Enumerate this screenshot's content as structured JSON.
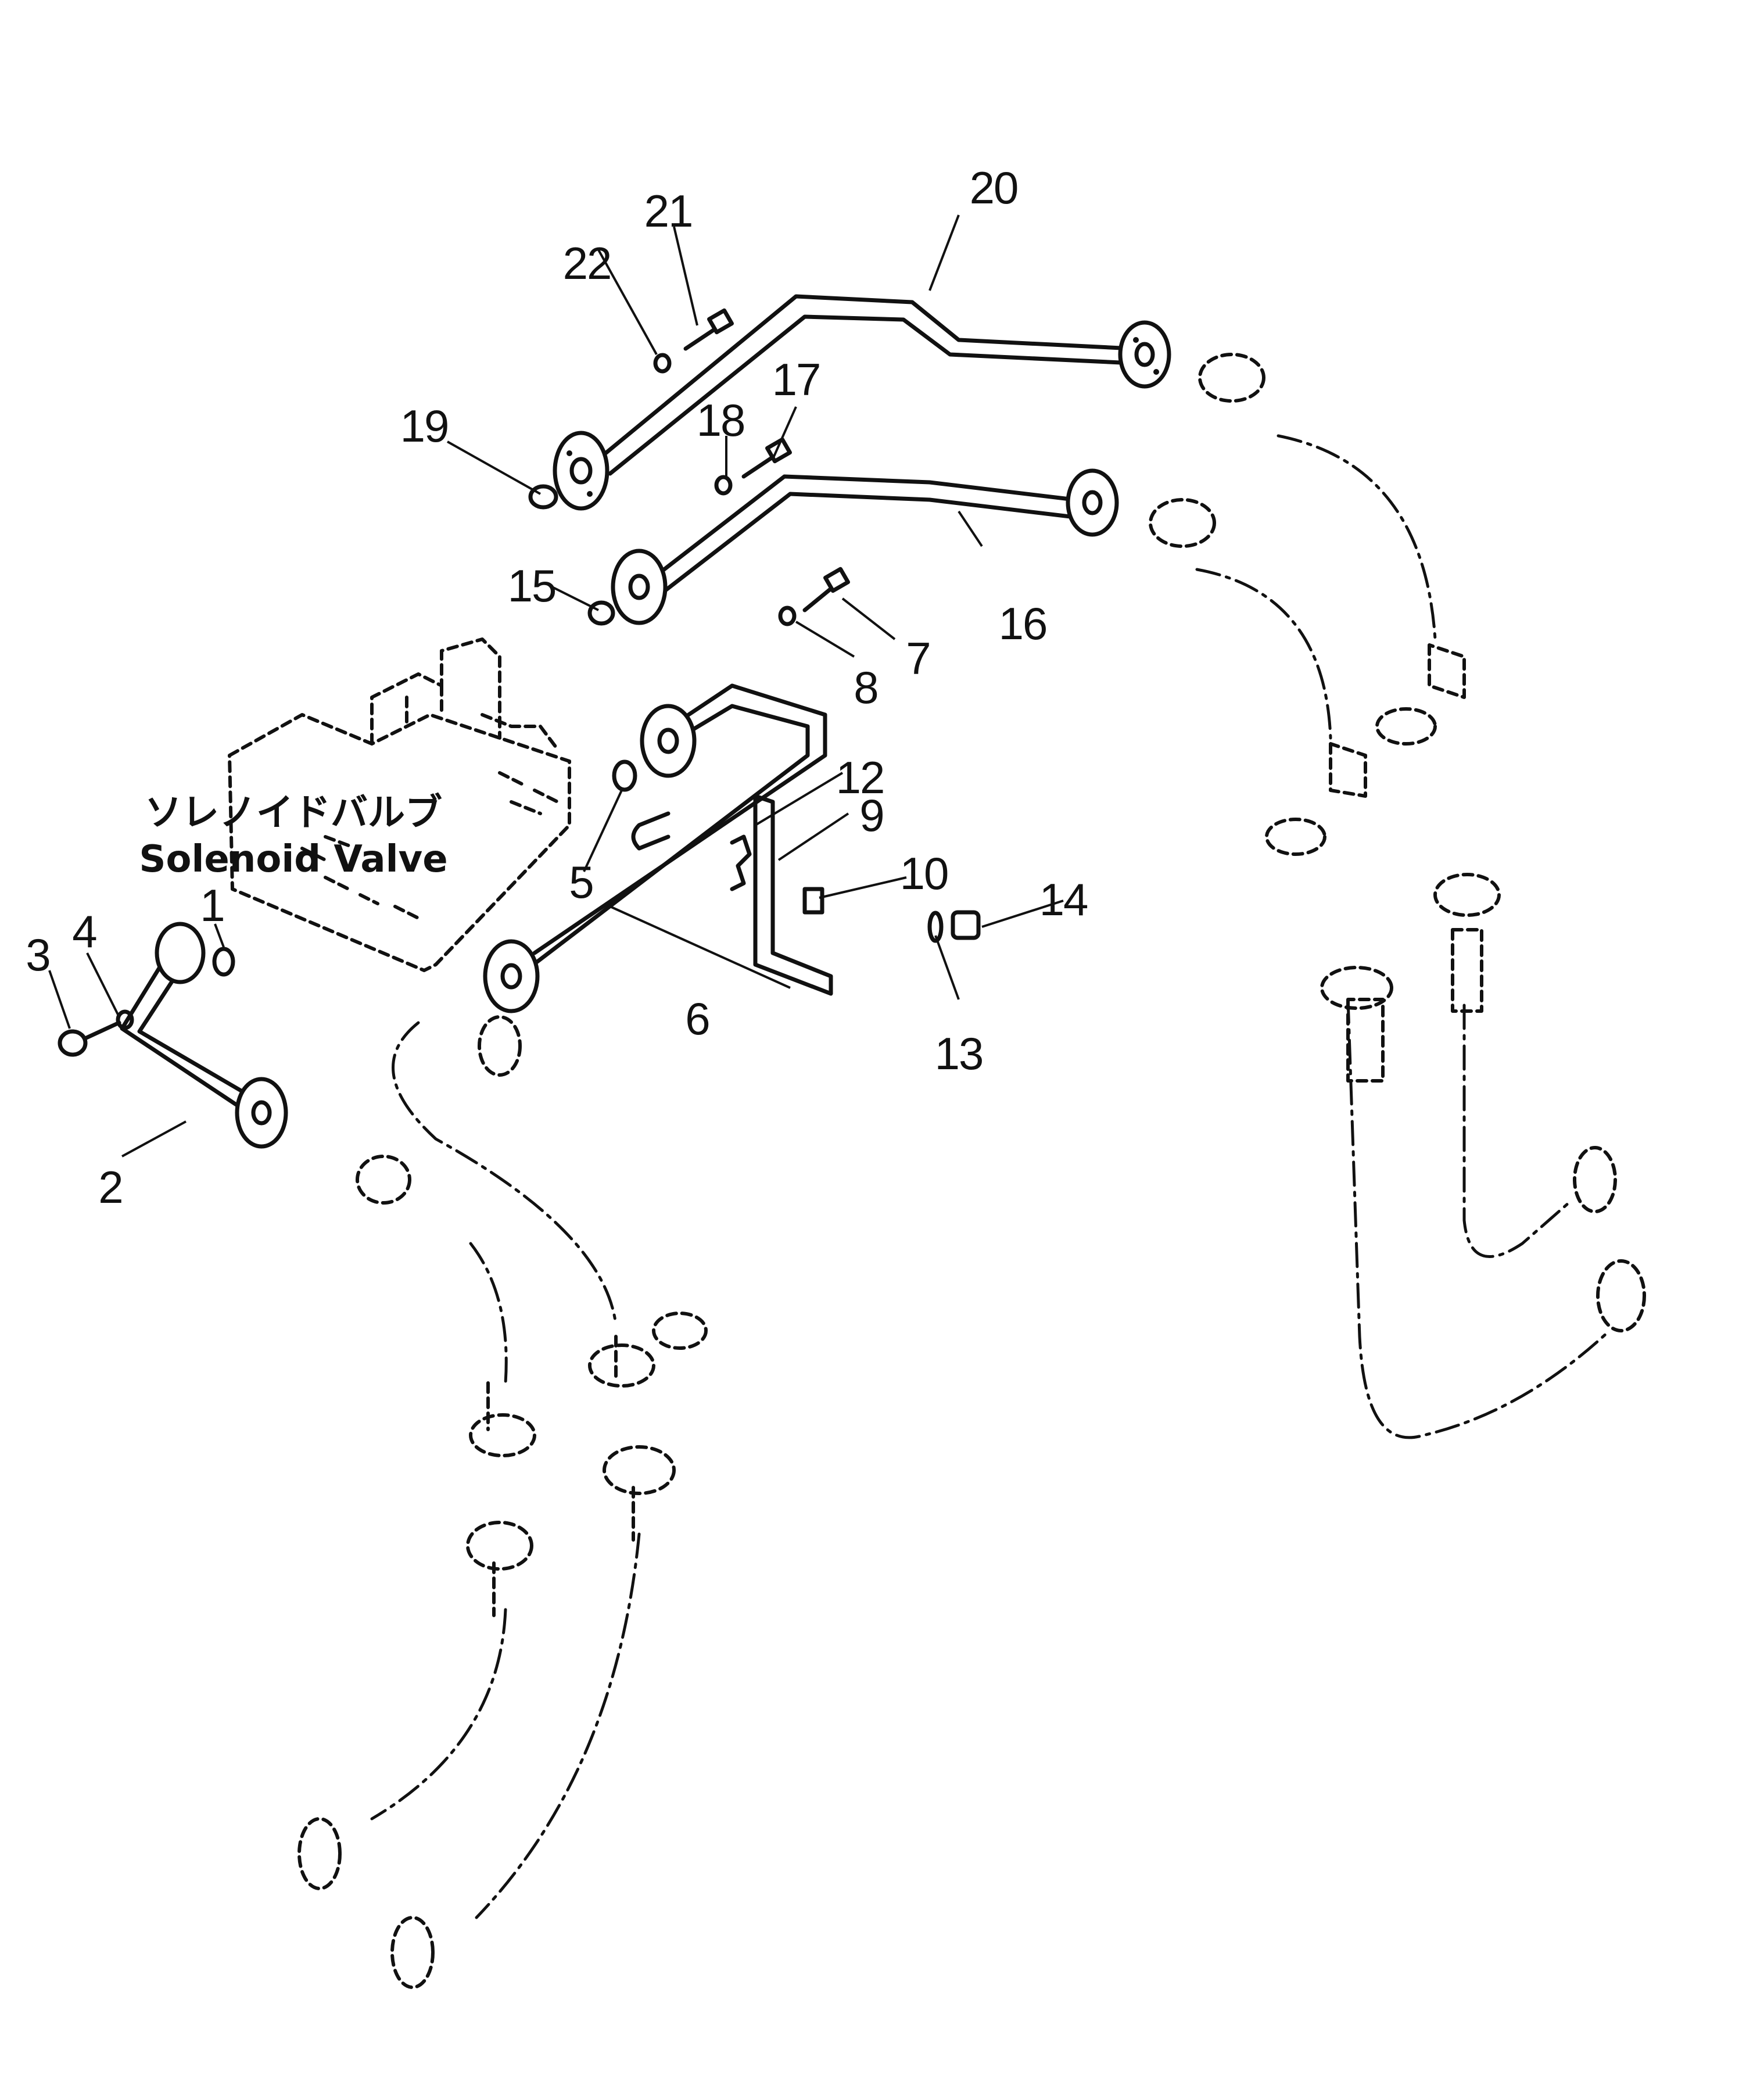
{
  "labels": {
    "solenoid_jp": "ソレノイドバルブ",
    "solenoid_en": "Solenoid Valve"
  },
  "callouts": [
    "1",
    "2",
    "3",
    "4",
    "5",
    "6",
    "7",
    "8",
    "9",
    "10",
    "12",
    "13",
    "14",
    "15",
    "16",
    "17",
    "18",
    "19",
    "20",
    "21",
    "22"
  ]
}
